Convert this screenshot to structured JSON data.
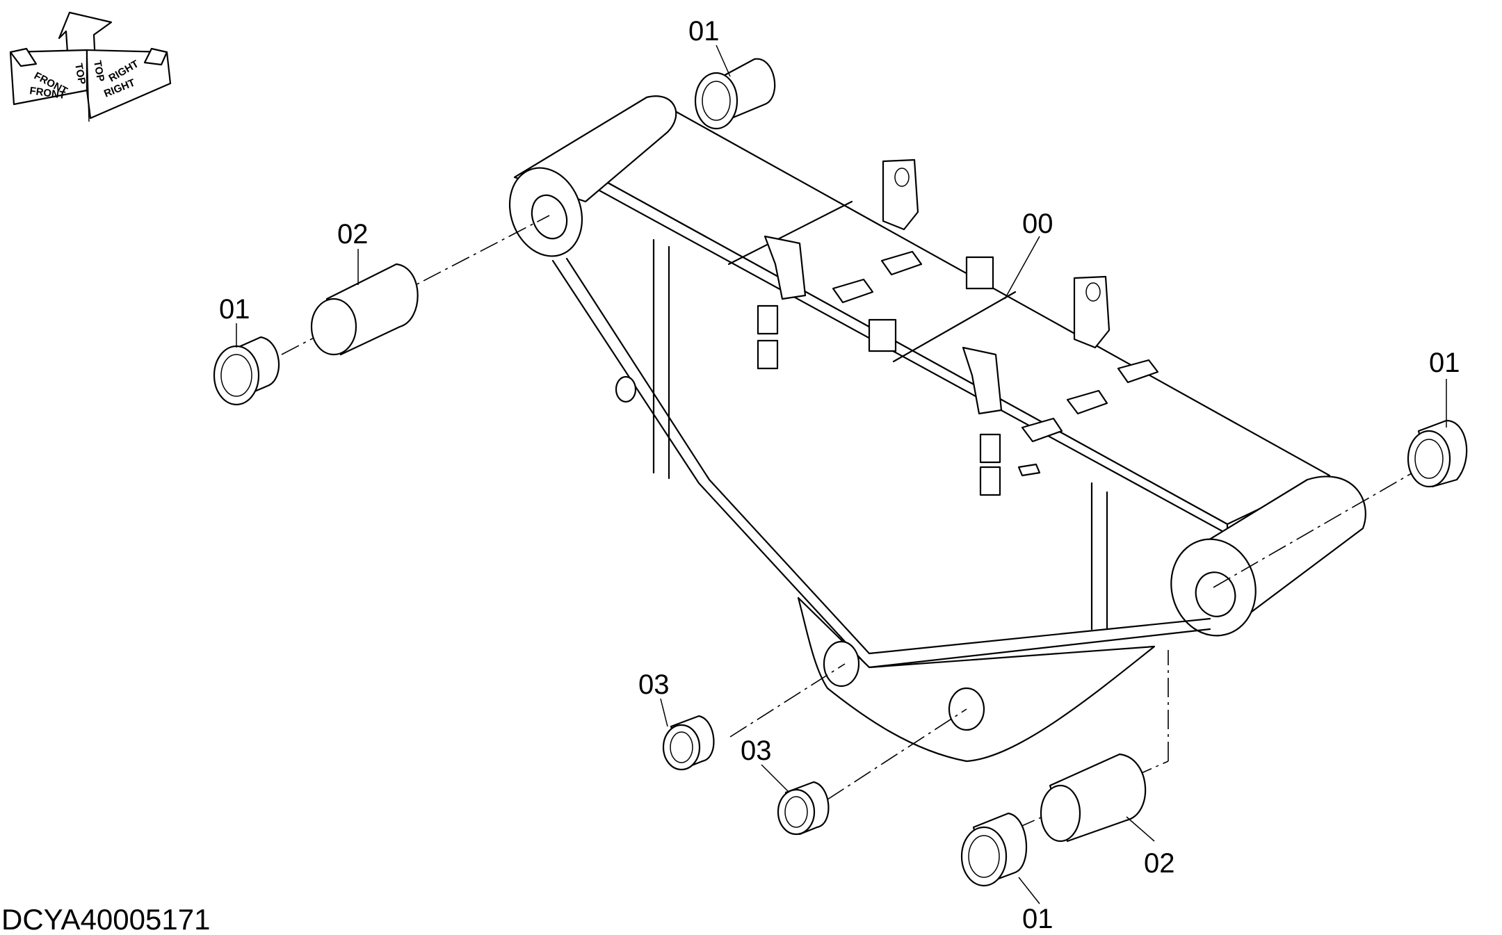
{
  "orientation": {
    "front": "FRONT",
    "right": "RIGHT",
    "top_a": "TOP",
    "top_b": "TOP",
    "front_b": "FRONT",
    "right_b": "RIGHT"
  },
  "callouts": {
    "c_top_01": "01",
    "c_left_02": "02",
    "c_left_01": "01",
    "c_frame_00": "00",
    "c_right_01": "01",
    "c_low_03a": "03",
    "c_low_03b": "03",
    "c_bottom_02": "02",
    "c_bottom_01": "01"
  },
  "drawing_id": "DCYA40005171"
}
